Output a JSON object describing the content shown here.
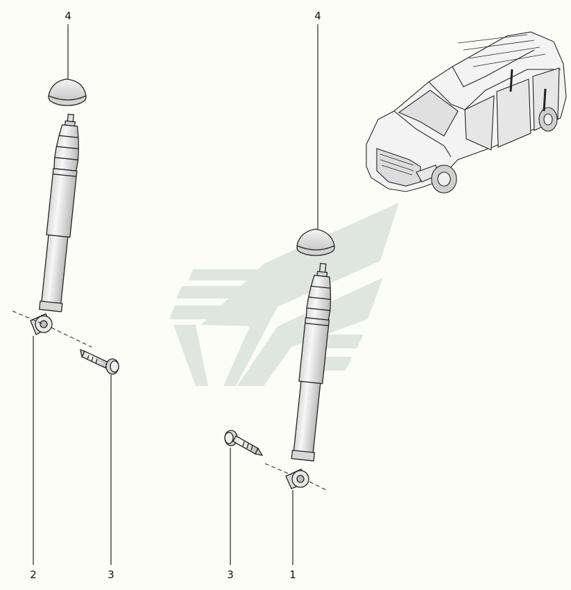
{
  "callouts": {
    "left_cap": "4",
    "right_cap": "4",
    "left_shock": "2",
    "left_bolt": "3",
    "right_bolt": "3",
    "right_shock": "1"
  },
  "colors": {
    "background": "#fdfdf7",
    "watermark": "#dfe6df",
    "part_fill": "#ececec",
    "part_shade": "#cfcfcf",
    "line": "#222222"
  },
  "icons": {
    "vehicle": "van-illustration",
    "watermark": "publisher-logo-watermark"
  }
}
